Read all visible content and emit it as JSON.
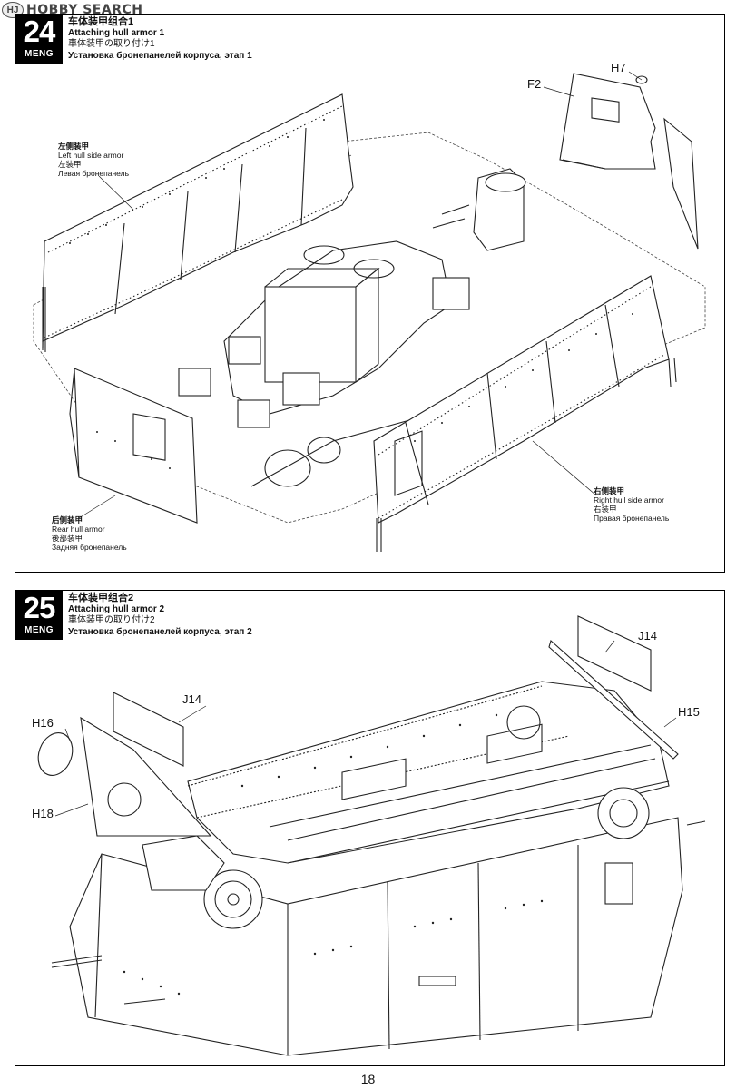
{
  "watermark": {
    "logo": "HJ",
    "text": "HOBBY SEARCH"
  },
  "steps": [
    {
      "number": "24",
      "brand": "MENG",
      "title_cn": "车体装甲组合1",
      "title_en": "Attaching hull armor 1",
      "title_jp": "車体装甲の取り付け1",
      "title_ru": "Установка бронепанелей корпуса, этап 1",
      "callouts": {
        "left": {
          "cn": "左侧装甲",
          "en": "Left hull side armor",
          "jp": "左装甲",
          "ru": "Левая бронепанель"
        },
        "rear": {
          "cn": "后侧装甲",
          "en": "Rear hull armor",
          "jp": "後部装甲",
          "ru": "Задняя бронепанель"
        },
        "right": {
          "cn": "右侧装甲",
          "en": "Right hull side armor",
          "jp": "右装甲",
          "ru": "Правая бронепанель"
        }
      },
      "parts": {
        "f2": "F2",
        "h7": "H7"
      }
    },
    {
      "number": "25",
      "brand": "MENG",
      "title_cn": "车体装甲组合2",
      "title_en": "Attaching hull armor 2",
      "title_jp": "車体装甲の取り付け2",
      "title_ru": "Установка бронепанелей корпуса, этап 2",
      "parts": {
        "j14a": "J14",
        "j14b": "J14",
        "h16": "H16",
        "h18": "H18",
        "h15": "H15"
      }
    }
  ],
  "page_number": "18"
}
